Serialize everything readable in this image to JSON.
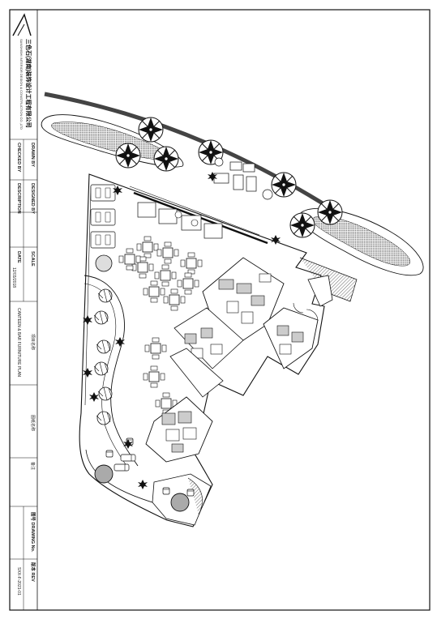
{
  "company": {
    "name_cn": "三色石(湖南)装饰设计工程有限公司",
    "name_en": "SANSHISHI INTERIOR DESIGN & CONSTRUCTION CO.,LTD"
  },
  "title_block": {
    "drawn_by_label": "DRAWN BY",
    "checked_by_label": "CHECKED BY",
    "designed_by_label": "DESIGNED BY",
    "description_label": "DESCRIPTION",
    "scale_label": "SCALE",
    "date_label": "DATE",
    "date_value": "12/03/2018",
    "drawing_title": "CANTEEN & BAR FURNITURE PLAN",
    "project_label": "项目名称",
    "drawing_name_label": "图纸名称",
    "remarks_label": "备注",
    "drawing_no_label": "图号 DRAWING No.",
    "drawing_no_value": "SXX-F-2021-01",
    "revision_label": "版本 REV"
  },
  "colors": {
    "line": "#1a1a1a",
    "hatch": "#555555",
    "fill_light": "#e8e8e8",
    "fill_mid": "#bdbdbd",
    "fill_dark": "#7a7a7a"
  }
}
